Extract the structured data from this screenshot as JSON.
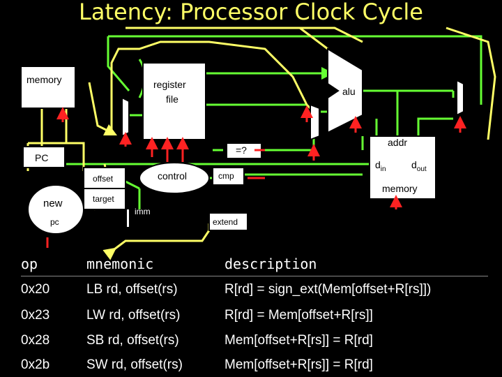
{
  "title": "Latency: Processor Clock Cycle",
  "diagram": {
    "memory_left": "memory",
    "register_file_l1": "register",
    "register_file_l2": "file",
    "alu": "alu",
    "pc": "PC",
    "new_pc_l1": "new",
    "new_pc_l2": "pc",
    "offset": "offset",
    "target": "target",
    "imm": "imm",
    "control": "control",
    "eq": "=?",
    "cmp": "cmp",
    "extend": "extend",
    "addr": "addr",
    "din": "d",
    "din_sub": "in",
    "dout": "d",
    "dout_sub": "out",
    "memory_right": "memory"
  },
  "table": {
    "headers": [
      "op",
      "mnemonic",
      "description"
    ],
    "rows": [
      [
        "0x20",
        "LB rd, offset(rs)",
        "R[rd] = sign_ext(Mem[offset+R[rs]])"
      ],
      [
        "0x23",
        "LW rd, offset(rs)",
        "R[rd] = Mem[offset+R[rs]]"
      ],
      [
        "0x28",
        "SB rd, offset(rs)",
        "Mem[offset+R[rs]] = R[rd]"
      ],
      [
        "0x2b",
        "SW rd, offset(rs)",
        "Mem[offset+R[rs]] =  R[rd]"
      ]
    ]
  },
  "colors": {
    "background": "#000000",
    "title": "#ffff66",
    "wire_green": "#66ff33",
    "wire_yellow": "#ffff66",
    "control_red": "#ff2222"
  }
}
